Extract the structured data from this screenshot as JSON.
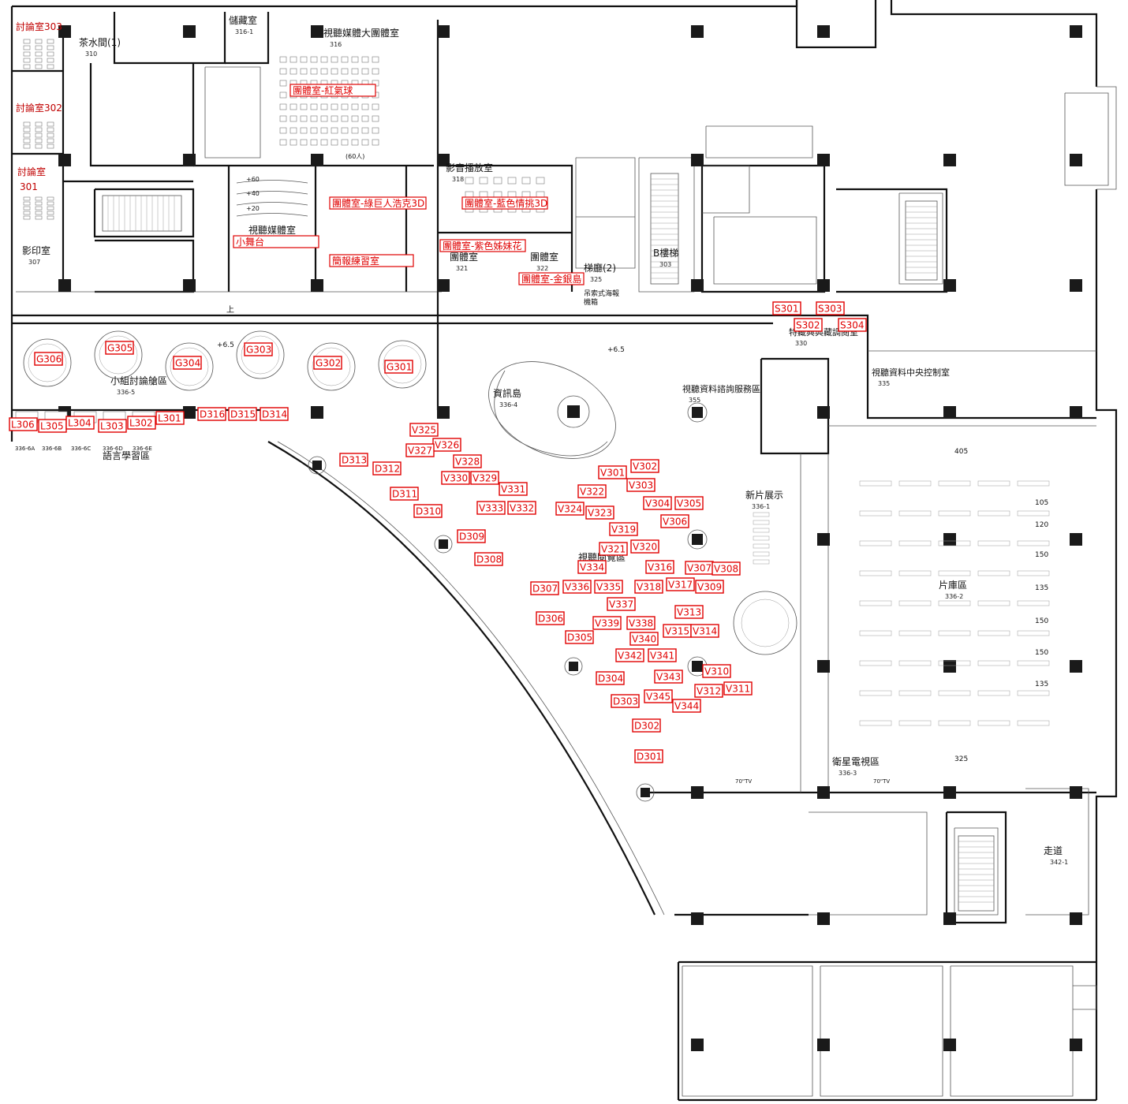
{
  "discussion_rooms": [
    {
      "id": "disc-303",
      "text": "討論室303"
    },
    {
      "id": "disc-302",
      "text": "討論室302"
    },
    {
      "id": "disc-301a",
      "text": "討論室"
    },
    {
      "id": "disc-301b",
      "text": "301"
    }
  ],
  "room_tags": [
    {
      "id": "red-balloon",
      "text": "團體室-紅氣球"
    },
    {
      "id": "green-hulk",
      "text": "團體室-綠巨人浩克3D"
    },
    {
      "id": "blue-lovers",
      "text": "團體室-藍色情挑3D"
    },
    {
      "id": "small-stage",
      "text": "小舞台"
    },
    {
      "id": "presentation",
      "text": "簡報練習室"
    },
    {
      "id": "purple-sisters",
      "text": "團體室-紫色姊妹花"
    },
    {
      "id": "gold-island",
      "text": "團體室-金銀島"
    }
  ],
  "seat_tags": [
    {
      "id": "S301",
      "text": "S301"
    },
    {
      "id": "S303",
      "text": "S303"
    },
    {
      "id": "S302",
      "text": "S302"
    },
    {
      "id": "S304",
      "text": "S304"
    },
    {
      "id": "G306",
      "text": "G306"
    },
    {
      "id": "G305",
      "text": "G305"
    },
    {
      "id": "G304",
      "text": "G304"
    },
    {
      "id": "G303",
      "text": "G303"
    },
    {
      "id": "G302",
      "text": "G302"
    },
    {
      "id": "G301",
      "text": "G301"
    },
    {
      "id": "L306",
      "text": "L306"
    },
    {
      "id": "L305",
      "text": "L305"
    },
    {
      "id": "L304",
      "text": "L304"
    },
    {
      "id": "L303",
      "text": "L303"
    },
    {
      "id": "L302",
      "text": "L302"
    },
    {
      "id": "L301",
      "text": "L301"
    },
    {
      "id": "D316",
      "text": "D316"
    },
    {
      "id": "D315",
      "text": "D315"
    },
    {
      "id": "D314",
      "text": "D314"
    },
    {
      "id": "D313",
      "text": "D313"
    },
    {
      "id": "D312",
      "text": "D312"
    },
    {
      "id": "D311",
      "text": "D311"
    },
    {
      "id": "D310",
      "text": "D310"
    },
    {
      "id": "D309",
      "text": "D309"
    },
    {
      "id": "D308",
      "text": "D308"
    },
    {
      "id": "D307",
      "text": "D307"
    },
    {
      "id": "D306",
      "text": "D306"
    },
    {
      "id": "D305",
      "text": "D305"
    },
    {
      "id": "D304",
      "text": "D304"
    },
    {
      "id": "D303",
      "text": "D303"
    },
    {
      "id": "D302",
      "text": "D302"
    },
    {
      "id": "D301",
      "text": "D301"
    },
    {
      "id": "V325",
      "text": "V325"
    },
    {
      "id": "V326",
      "text": "V326"
    },
    {
      "id": "V327",
      "text": "V327"
    },
    {
      "id": "V328",
      "text": "V328"
    },
    {
      "id": "V330",
      "text": "V330"
    },
    {
      "id": "V329",
      "text": "V329"
    },
    {
      "id": "V331",
      "text": "V331"
    },
    {
      "id": "V333",
      "text": "V333"
    },
    {
      "id": "V332",
      "text": "V332"
    },
    {
      "id": "V301",
      "text": "V301"
    },
    {
      "id": "V302",
      "text": "V302"
    },
    {
      "id": "V303",
      "text": "V303"
    },
    {
      "id": "V322",
      "text": "V322"
    },
    {
      "id": "V324",
      "text": "V324"
    },
    {
      "id": "V323",
      "text": "V323"
    },
    {
      "id": "V304",
      "text": "V304"
    },
    {
      "id": "V305",
      "text": "V305"
    },
    {
      "id": "V306",
      "text": "V306"
    },
    {
      "id": "V319",
      "text": "V319"
    },
    {
      "id": "V321",
      "text": "V321"
    },
    {
      "id": "V320",
      "text": "V320"
    },
    {
      "id": "V334",
      "text": "V334"
    },
    {
      "id": "V316",
      "text": "V316"
    },
    {
      "id": "V307",
      "text": "V307"
    },
    {
      "id": "V308",
      "text": "V308"
    },
    {
      "id": "V336",
      "text": "V336"
    },
    {
      "id": "V335",
      "text": "V335"
    },
    {
      "id": "V318",
      "text": "V318"
    },
    {
      "id": "V317",
      "text": "V317"
    },
    {
      "id": "V309",
      "text": "V309"
    },
    {
      "id": "V337",
      "text": "V337"
    },
    {
      "id": "V313",
      "text": "V313"
    },
    {
      "id": "V339",
      "text": "V339"
    },
    {
      "id": "V338",
      "text": "V338"
    },
    {
      "id": "V315",
      "text": "V315"
    },
    {
      "id": "V314",
      "text": "V314"
    },
    {
      "id": "V340",
      "text": "V340"
    },
    {
      "id": "V342",
      "text": "V342"
    },
    {
      "id": "V341",
      "text": "V341"
    },
    {
      "id": "V310",
      "text": "V310"
    },
    {
      "id": "V343",
      "text": "V343"
    },
    {
      "id": "V312",
      "text": "V312"
    },
    {
      "id": "V311",
      "text": "V311"
    },
    {
      "id": "V345",
      "text": "V345"
    },
    {
      "id": "V344",
      "text": "V344"
    }
  ],
  "area_labels": [
    {
      "id": "tea",
      "text": "茶水間(1)",
      "num": "310"
    },
    {
      "id": "storage",
      "text": "儲藏室",
      "num": "316-1"
    },
    {
      "id": "av-hall",
      "text": "視聽媒體大團體室",
      "num": "316"
    },
    {
      "id": "av-small",
      "text": "視聽媒體室"
    },
    {
      "id": "print",
      "text": "影印室",
      "num": "307"
    },
    {
      "id": "av-play",
      "text": "影音播放室",
      "num": "318"
    },
    {
      "id": "group-321",
      "text": "團體室",
      "num": "321"
    },
    {
      "id": "group-322",
      "text": "團體室",
      "num": "322"
    },
    {
      "id": "lobby",
      "text": "梯廳(2)",
      "num": "325"
    },
    {
      "id": "elev-b",
      "text": "B樓梯",
      "num": "303"
    },
    {
      "id": "small-disc",
      "text": "小組討論艙區",
      "num": "336-5"
    },
    {
      "id": "lang",
      "text": "語言學習區"
    },
    {
      "id": "info",
      "text": "資訊島",
      "num": "336-4"
    },
    {
      "id": "av-read",
      "text": "視聽閱覽區",
      "num": "336"
    },
    {
      "id": "new-film",
      "text": "新片展示",
      "num": "336-1"
    },
    {
      "id": "film-lib",
      "text": "片庫區",
      "num": "336-2"
    },
    {
      "id": "satellite",
      "text": "衛星電視區",
      "num": "336-3"
    },
    {
      "id": "av-service",
      "text": "視聽資料諮詢服務區",
      "num": "355"
    },
    {
      "id": "special",
      "text": "特藏與典藏調閱室",
      "num": "330"
    },
    {
      "id": "control",
      "text": "視聽資料中央控制室",
      "num": "335"
    },
    {
      "id": "corridor",
      "text": "走道",
      "num": "342-1"
    }
  ],
  "misc_text": {
    "capacity": "(60人)",
    "elev_up": "+6.5",
    "elev_up2": "+6.5",
    "rows_60": "+60",
    "rows_40": "+40",
    "rows_20": "+20",
    "up": "上",
    "dim_405": "405",
    "dim_325": "325",
    "dim_105": "105",
    "dim_120": "120",
    "dim_150a": "150",
    "dim_135a": "135",
    "dim_150b": "150",
    "dim_150c": "150",
    "dim_135b": "135",
    "tv70a": "70\"TV",
    "tv70b": "70\"TV",
    "lang_a": "336-6A",
    "lang_b": "336-6B",
    "lang_c": "336-6C",
    "lang_d": "336-6D",
    "lang_e": "336-6E",
    "rack": "吊索式海報\n機箱"
  },
  "colors": {
    "tag": "#e00000",
    "disc": "#c00000",
    "wall": "#111111",
    "column": "#1a1a1a"
  }
}
